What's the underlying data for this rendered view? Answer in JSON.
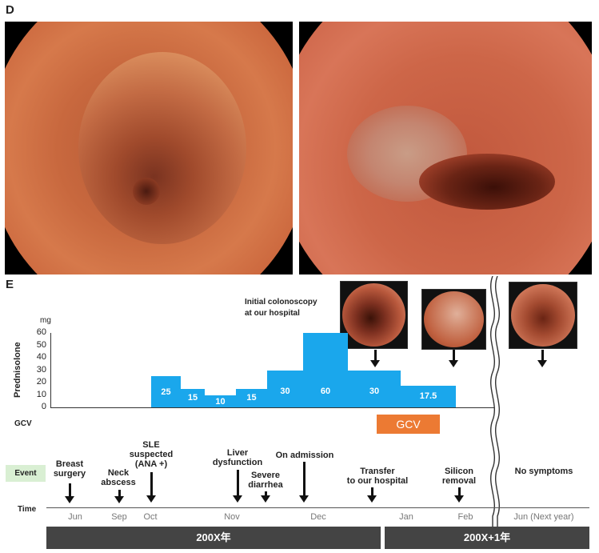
{
  "panel_d": {
    "letter": "D"
  },
  "panel_e": {
    "letter": "E",
    "unit": "mg",
    "y_axis_label": "Prednisolone",
    "gcv_row_label": "GCV",
    "gcv_bar_label": "GCV",
    "event_label": "Event",
    "time_label": "Time",
    "colonoscopy_note_line1": "Initial colonoscopy",
    "colonoscopy_note_line2": "at our hospital",
    "no_symptoms": "No symptoms",
    "colors": {
      "prednisolone": "#1aa7ec",
      "gcv": "#ec7a33",
      "event_bg": "#d9efd3",
      "year_bar": "#444444"
    }
  },
  "chart_data": {
    "type": "bar",
    "ylabel": "Prednisolone",
    "unit": "mg",
    "ylim": [
      0,
      60
    ],
    "yticks": [
      "0",
      "10",
      "20",
      "30",
      "40",
      "50",
      "60"
    ],
    "values": [
      25,
      15,
      10,
      15,
      30,
      60,
      30,
      17.5
    ],
    "value_labels": [
      "25",
      "15",
      "10",
      "15",
      "30",
      "60",
      "30",
      "17.5"
    ]
  },
  "events": [
    {
      "line1": "Breast",
      "line2": "surgery"
    },
    {
      "line1": "Neck",
      "line2": "abscess"
    },
    {
      "line1": "SLE",
      "line2": "suspected",
      "line3": "(ANA +)"
    },
    {
      "line1": "Liver",
      "line2": "dysfunction"
    },
    {
      "line1": "Severe",
      "line2": "diarrhea"
    },
    {
      "line1": "On admission"
    },
    {
      "line1": "Transfer",
      "line2": "to our hospital"
    },
    {
      "line1": "Silicon",
      "line2": "removal"
    }
  ],
  "months": [
    "Jun",
    "Sep",
    "Oct",
    "Nov",
    "Dec",
    "Jan",
    "Feb",
    "Jun (Next year)"
  ],
  "years": [
    "200X年",
    "200X+1年"
  ]
}
